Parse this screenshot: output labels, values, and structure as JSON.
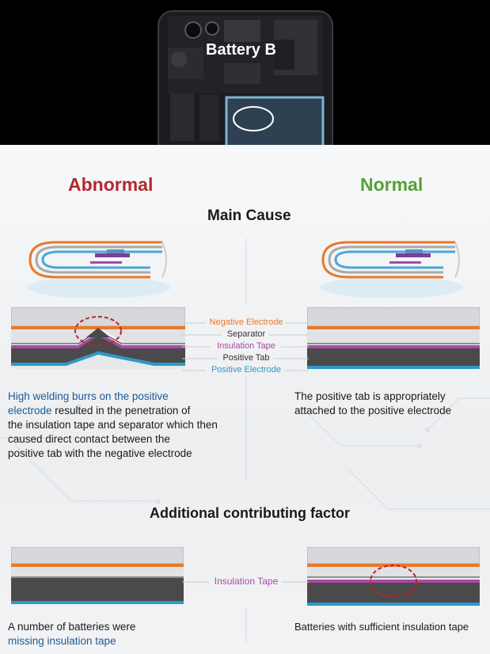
{
  "battery_label": "Battery B",
  "headings": {
    "abnormal": "Abnormal",
    "normal": "Normal",
    "main_cause": "Main Cause",
    "additional": "Additional contributing factor"
  },
  "legend": {
    "negative_electrode": "Negative Electrode",
    "separator": "Separator",
    "insulation_tape": "Insulation Tape",
    "positive_tab": "Positive Tab",
    "positive_electrode": "Positive Electrode",
    "insulation_tape_2": "Insulation Tape"
  },
  "abnormal_desc": {
    "line1_blue": "High welding burrs on the positive",
    "line2_blue": "electrode",
    "line2_rest": " resulted in the penetration of",
    "line3": "the insulation tape and separator which then",
    "line4": "caused direct contact between the",
    "line5": "positive tab with the negative electrode"
  },
  "normal_desc": {
    "line1": "The positive tab is appropriately",
    "line2": "attached to the positive electrode"
  },
  "missing_desc": {
    "line1": "A number of batteries were",
    "line2_blue": "missing insulation tape"
  },
  "sufficient_desc": {
    "line1": "Batteries with sufficient insulation tape"
  },
  "colors": {
    "abnormal": "#b5272d",
    "normal": "#56a038",
    "negative_electrode": "#e8792b",
    "insulation_tape": "#a84aa6",
    "positive_electrode": "#2a9ac9",
    "callout": "#c4202a"
  }
}
